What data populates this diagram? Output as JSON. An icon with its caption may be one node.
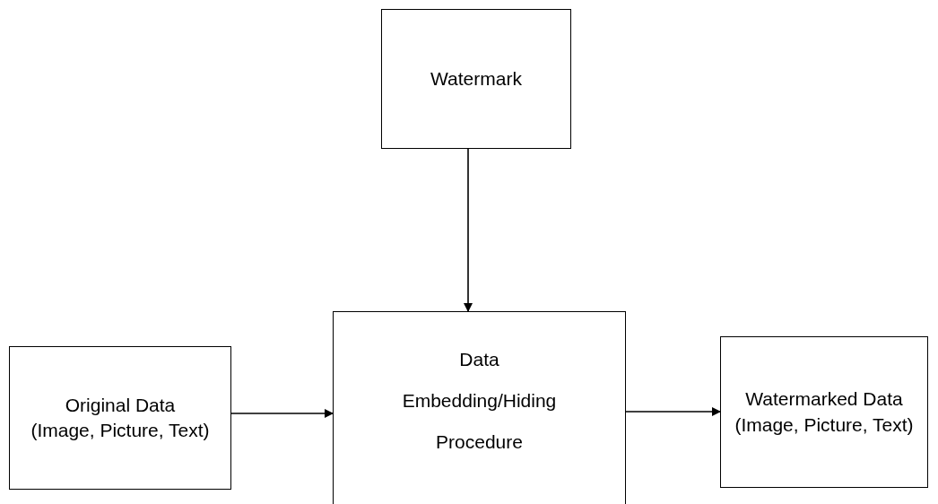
{
  "diagram": {
    "nodes": [
      {
        "text": [
          "Watermark"
        ]
      },
      {
        "text": [
          "Original Data",
          "(Image, Picture, Text)"
        ]
      },
      {
        "text": [
          "Data Embedding/Hiding Procedure"
        ]
      },
      {
        "text": [
          "Watermarked Data",
          "(Image, Picture, Text)"
        ]
      }
    ],
    "edges": [
      {
        "from": 0,
        "to": 2,
        "arrow": "to"
      },
      {
        "from": 1,
        "to": 2,
        "arrow": "to"
      },
      {
        "from": 2,
        "to": 3,
        "arrow": "to"
      }
    ]
  }
}
